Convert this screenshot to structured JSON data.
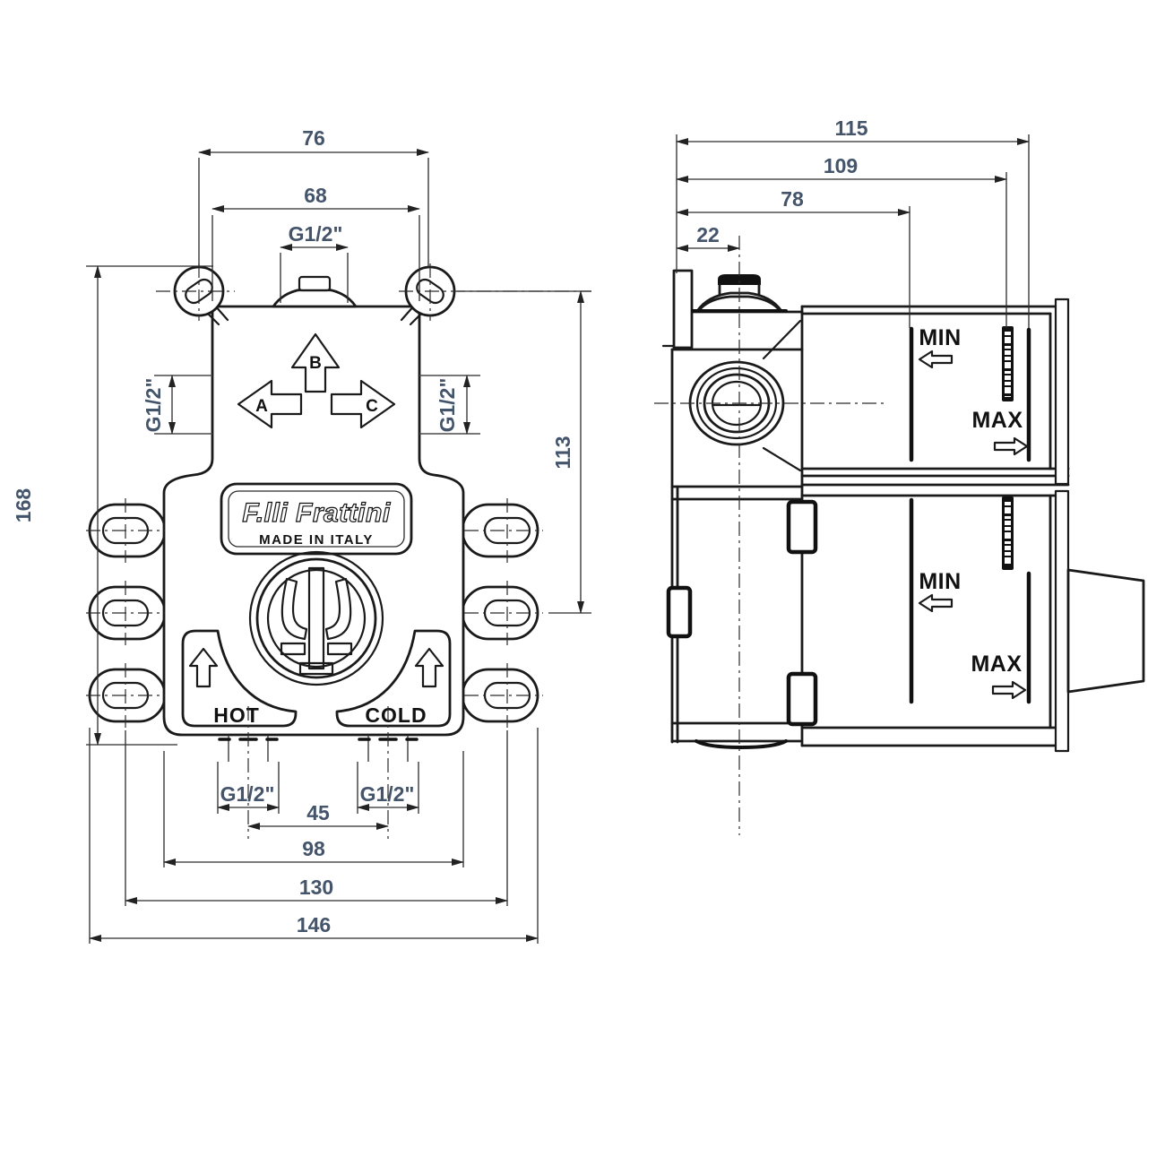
{
  "front": {
    "dims": {
      "d76": "76",
      "d68": "68",
      "g12_top": "G1/2\"",
      "g12_left": "G1/2\"",
      "g12_right": "G1/2\"",
      "d168": "168",
      "d113": "113",
      "g12_bottom_left": "G1/2\"",
      "g12_bottom_right": "G1/2\"",
      "d45": "45",
      "d98": "98",
      "d130": "130",
      "d146": "146"
    },
    "labels": {
      "outlet_a": "A",
      "outlet_b": "B",
      "outlet_c": "C",
      "brand": "F.lli Frattini",
      "made_in": "MADE IN ITALY",
      "hot": "HOT",
      "cold": "COLD"
    }
  },
  "side": {
    "dims": {
      "d115": "115",
      "d109": "109",
      "d78": "78",
      "d22": "22"
    },
    "labels": {
      "min_upper": "MIN",
      "max_upper": "MAX",
      "min_lower": "MIN",
      "max_lower": "MAX"
    }
  },
  "colors": {
    "line": "#1a1a1a",
    "dim_text": "#44546a",
    "background": "#ffffff"
  }
}
